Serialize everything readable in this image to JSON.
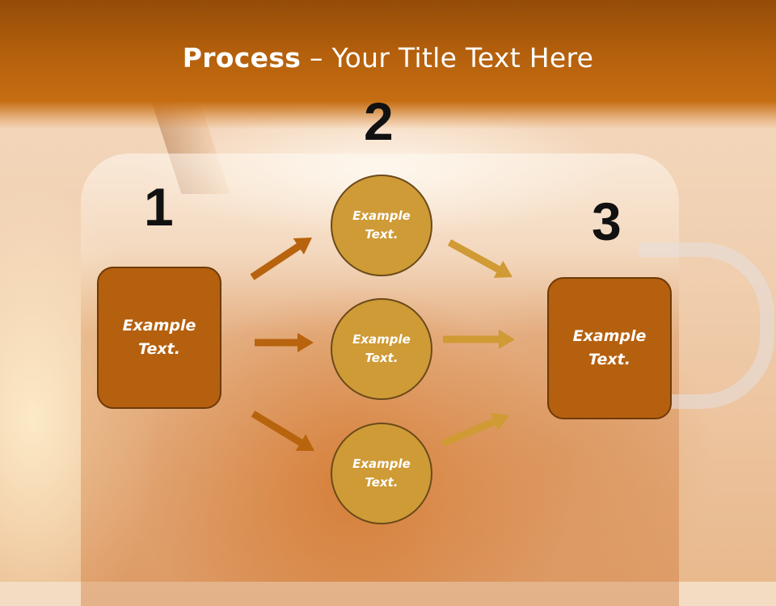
{
  "header": {
    "title_bold": "Process",
    "title_rest": " – Your Title Text Here"
  },
  "steps": [
    {
      "number": "1",
      "text": "Example\nText."
    },
    {
      "number": "2",
      "items": [
        "Example\nText.",
        "Example\nText.",
        "Example\nText."
      ]
    },
    {
      "number": "3",
      "text": "Example\nText."
    }
  ],
  "colors": {
    "header": "#b35f0c",
    "box": "#b5600f",
    "circle": "#cf9b36",
    "arrow_left": "#b8630e",
    "arrow_right": "#d09a34"
  }
}
